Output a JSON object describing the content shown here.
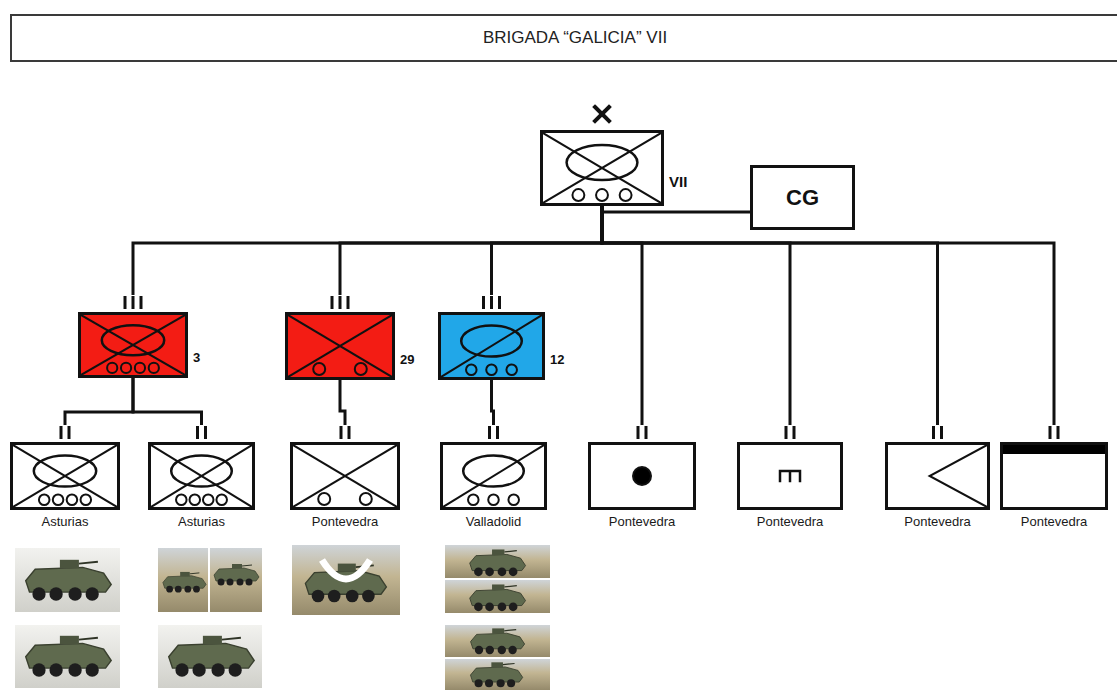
{
  "diagram": {
    "title": "BRIGADA “GALICIA” VII",
    "nodes": [
      {
        "text": [
          "VII"
        ]
      },
      {
        "text": [
          "CG"
        ]
      },
      {
        "text": [
          "3"
        ]
      },
      {
        "text": [
          "29"
        ]
      },
      {
        "text": [
          "12"
        ]
      },
      {
        "text": [
          "Asturias"
        ]
      },
      {
        "text": [
          "Asturias"
        ]
      },
      {
        "text": [
          "Pontevedra"
        ]
      },
      {
        "text": [
          "Valladolid"
        ]
      },
      {
        "text": [
          "Pontevedra"
        ]
      },
      {
        "text": [
          "Pontevedra"
        ]
      },
      {
        "text": [
          "Pontevedra"
        ]
      },
      {
        "text": [
          "Pontevedra"
        ]
      }
    ],
    "edges": [
      {
        "from": 0,
        "to": 1,
        "arrow": "none"
      },
      {
        "from": 0,
        "to": 2,
        "arrow": "none"
      },
      {
        "from": 0,
        "to": 3,
        "arrow": "none"
      },
      {
        "from": 0,
        "to": 4,
        "arrow": "none"
      },
      {
        "from": 0,
        "to": 9,
        "arrow": "none"
      },
      {
        "from": 0,
        "to": 10,
        "arrow": "none"
      },
      {
        "from": 0,
        "to": 11,
        "arrow": "none"
      },
      {
        "from": 0,
        "to": 12,
        "arrow": "none"
      },
      {
        "from": 2,
        "to": 5,
        "arrow": "none"
      },
      {
        "from": 2,
        "to": 6,
        "arrow": "none"
      },
      {
        "from": 3,
        "to": 7,
        "arrow": "none"
      },
      {
        "from": 4,
        "to": 8,
        "arrow": "none"
      }
    ]
  }
}
